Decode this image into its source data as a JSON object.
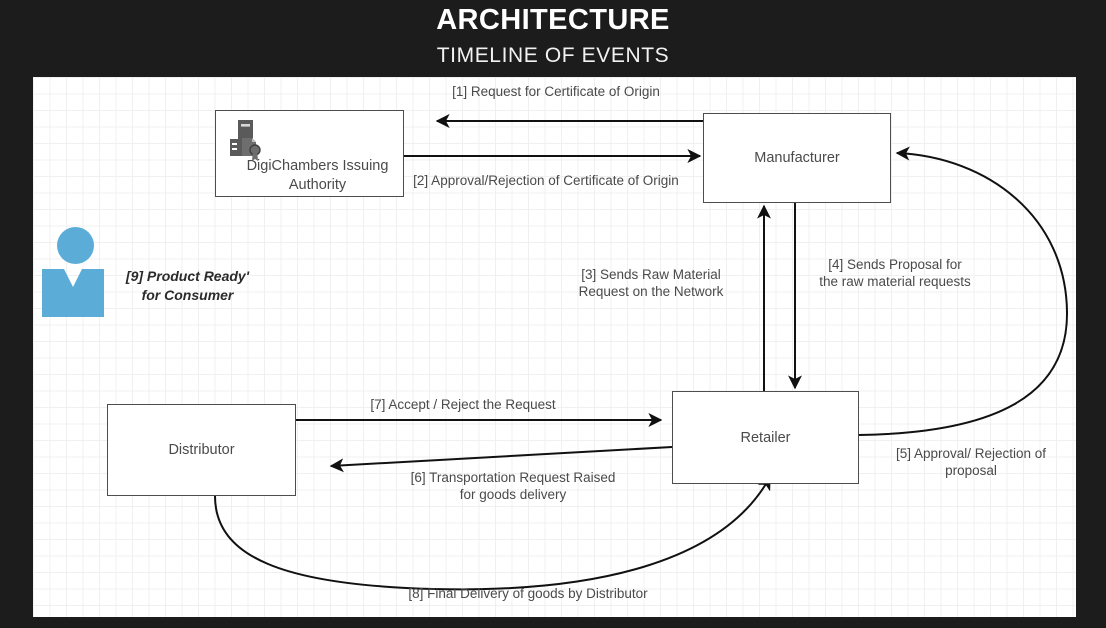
{
  "header": {
    "title": "ARCHITECTURE",
    "subtitle": "TIMELINE OF EVENTS"
  },
  "colors": {
    "background": "#1c1c1c",
    "canvas": "#ffffff",
    "grid": "#ebebeb",
    "node_border": "#4d4d4d",
    "text": "#4a4a4a",
    "consumer_blue": "#5badd8",
    "server_icon": "#595959"
  },
  "nodes": [
    {
      "id": "digichambers",
      "label": "DigiChambers\nIssuing Authority",
      "icon": "server-certificate-icon"
    },
    {
      "id": "manufacturer",
      "label": "Manufacturer"
    },
    {
      "id": "retailer",
      "label": "Retailer"
    },
    {
      "id": "distributor",
      "label": "Distributor"
    }
  ],
  "edges": [
    {
      "id": 1,
      "label": "[1] Request for Certificate of Origin",
      "from": "manufacturer",
      "to": "digichambers"
    },
    {
      "id": 2,
      "label": "[2] Approval/Rejection  of Certificate of Origin",
      "from": "digichambers",
      "to": "manufacturer"
    },
    {
      "id": 3,
      "label": "[3] Sends Raw Material\nRequest on the Network",
      "from": "retailer",
      "to": "manufacturer"
    },
    {
      "id": 4,
      "label": "[4] Sends Proposal for\nthe raw material requests",
      "from": "manufacturer",
      "to": "retailer"
    },
    {
      "id": 5,
      "label": "[5] Approval/ Rejection of\nproposal",
      "from": "retailer",
      "to": "manufacturer"
    },
    {
      "id": 6,
      "label": "[6] Transportation Request Raised\nfor goods delivery",
      "from": "retailer",
      "to": "distributor"
    },
    {
      "id": 7,
      "label": "[7] Accept / Reject the Request",
      "from": "distributor",
      "to": "retailer"
    },
    {
      "id": 8,
      "label": "[8] Final Delivery of goods by Distributor",
      "from": "distributor",
      "to": "retailer"
    },
    {
      "id": 9,
      "label": "[9] Product Ready'\nfor Consumer",
      "from": "distributor",
      "to": "consumer"
    }
  ],
  "consumer": {
    "icon": "person-icon",
    "label": "[9] Product Ready'\nfor Consumer"
  }
}
